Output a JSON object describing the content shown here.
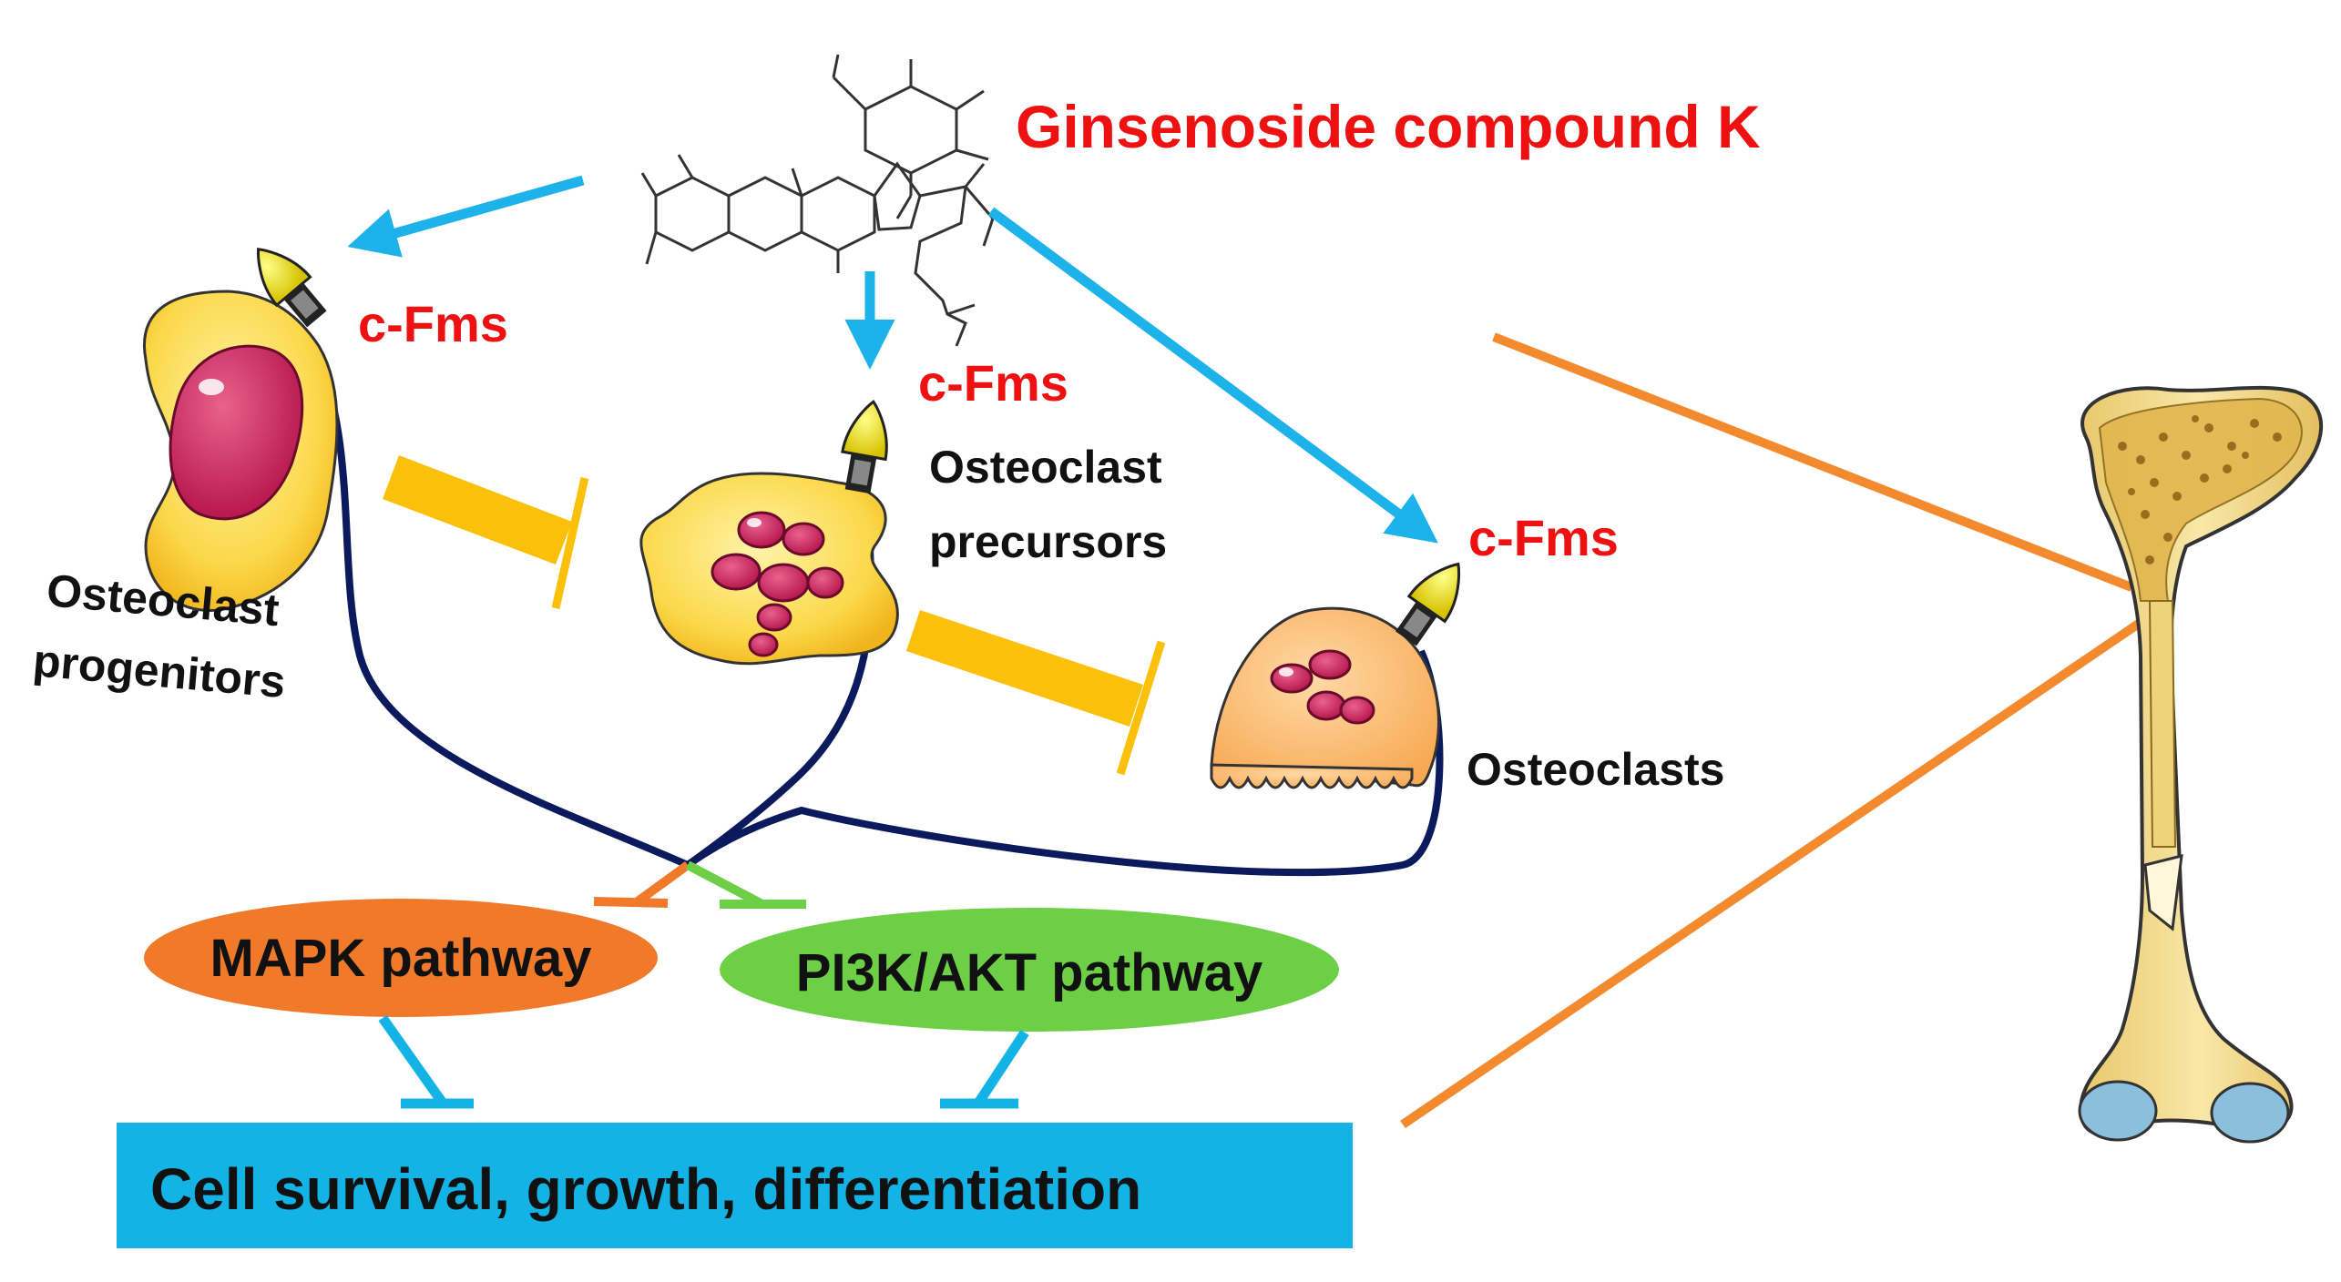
{
  "compound_label": "Ginsenoside compound K",
  "receptor_label": "c-Fms",
  "cells": {
    "progenitors": [
      "Osteoclast",
      "progenitors"
    ],
    "precursors": [
      "Osteoclast",
      "precursors"
    ],
    "osteoclasts": "Osteoclasts"
  },
  "pathways": {
    "mapk": "MAPK pathway",
    "pi3k": "PI3K/AKT pathway"
  },
  "outcome": "Cell survival, growth, differentiation",
  "colors": {
    "compound_arrow": "#1eb2ea",
    "receptor_text": "#ee1111",
    "inhibition_bar": "#fbc10a",
    "signal_line": "#0a1a5c",
    "mapk": "#f07a2a",
    "pi3k": "#6ccf45",
    "outcome_box": "#14b3e6",
    "bone_link": "#f38a2e"
  }
}
